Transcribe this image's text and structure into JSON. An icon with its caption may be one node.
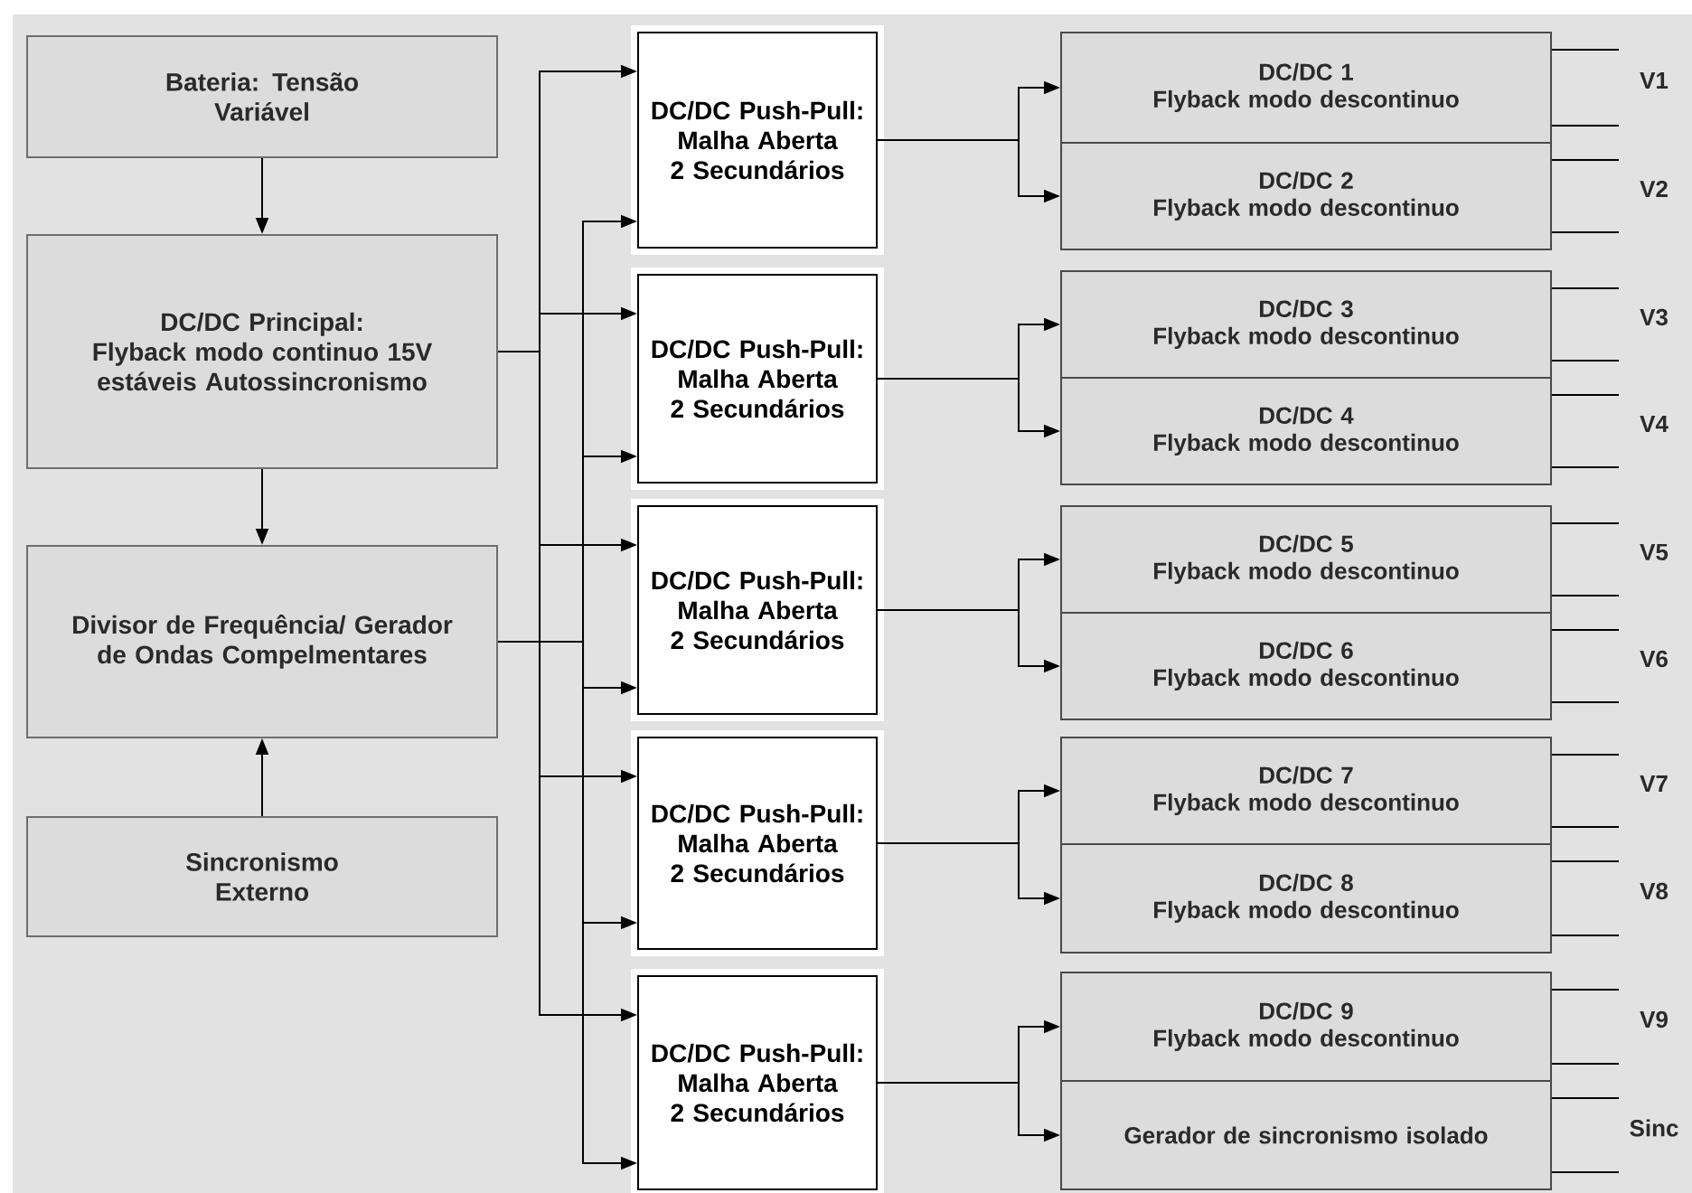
{
  "diagram": {
    "nodes": [
      {
        "text": [
          "Bateria: Tensão Variável"
        ]
      },
      {
        "text": [
          "DC/DC Principal:",
          "Flyback modo continuo 15V estáveis Autossincronismo"
        ]
      },
      {
        "text": [
          "Divisor de Frequência/ Gerador de Ondas Compelmentares"
        ]
      },
      {
        "text": [
          "Sincronismo Externo"
        ]
      },
      {
        "text": [
          "DC/DC Push-Pull: Malha Aberta 2 Secundários"
        ]
      },
      {
        "text": [
          "DC/DC Push-Pull: Malha Aberta 2 Secundários"
        ]
      },
      {
        "text": [
          "DC/DC Push-Pull: Malha Aberta 2 Secundários"
        ]
      },
      {
        "text": [
          "DC/DC Push-Pull: Malha Aberta 2 Secundários"
        ]
      },
      {
        "text": [
          "DC/DC Push-Pull: Malha Aberta 2 Secundários"
        ]
      },
      {
        "text": [
          "DC/DC 1",
          "Flyback modo descontinuo"
        ]
      },
      {
        "text": [
          "DC/DC 2",
          "Flyback modo descontinuo"
        ]
      },
      {
        "text": [
          "DC/DC 3",
          "Flyback modo descontinuo"
        ]
      },
      {
        "text": [
          "DC/DC 4",
          "Flyback modo descontinuo"
        ]
      },
      {
        "text": [
          "DC/DC 5",
          "Flyback modo descontinuo"
        ]
      },
      {
        "text": [
          "DC/DC 6",
          "Flyback modo descontinuo"
        ]
      },
      {
        "text": [
          "DC/DC 7",
          "Flyback modo descontinuo"
        ]
      },
      {
        "text": [
          "DC/DC 8",
          "Flyback modo descontinuo"
        ]
      },
      {
        "text": [
          "DC/DC 9",
          "Flyback modo descontinuo"
        ]
      },
      {
        "text": [
          "Gerador de sincronismo isolado"
        ]
      }
    ],
    "edges": [
      {
        "from": 0,
        "to": 1,
        "arrow": "to"
      },
      {
        "from": 1,
        "to": 2,
        "arrow": "to"
      },
      {
        "from": 3,
        "to": 2,
        "arrow": "to"
      },
      {
        "from": 1,
        "to": 4,
        "arrow": "to"
      },
      {
        "from": 1,
        "to": 5,
        "arrow": "to"
      },
      {
        "from": 1,
        "to": 6,
        "arrow": "to"
      },
      {
        "from": 1,
        "to": 7,
        "arrow": "to"
      },
      {
        "from": 1,
        "to": 8,
        "arrow": "to"
      },
      {
        "from": 2,
        "to": 4,
        "arrow": "to"
      },
      {
        "from": 2,
        "to": 5,
        "arrow": "to"
      },
      {
        "from": 2,
        "to": 6,
        "arrow": "to"
      },
      {
        "from": 2,
        "to": 7,
        "arrow": "to"
      },
      {
        "from": 2,
        "to": 8,
        "arrow": "to"
      },
      {
        "from": 4,
        "to": 9,
        "arrow": "to"
      },
      {
        "from": 4,
        "to": 10,
        "arrow": "to"
      },
      {
        "from": 5,
        "to": 11,
        "arrow": "to"
      },
      {
        "from": 5,
        "to": 12,
        "arrow": "to"
      },
      {
        "from": 6,
        "to": 13,
        "arrow": "to"
      },
      {
        "from": 6,
        "to": 14,
        "arrow": "to"
      },
      {
        "from": 7,
        "to": 15,
        "arrow": "to"
      },
      {
        "from": 7,
        "to": 16,
        "arrow": "to"
      },
      {
        "from": 8,
        "to": 17,
        "arrow": "to"
      },
      {
        "from": 8,
        "to": 18,
        "arrow": "to"
      },
      {
        "from": 9,
        "to": null,
        "arrow": "none"
      },
      {
        "from": 9,
        "to": null,
        "arrow": "none"
      },
      {
        "from": 10,
        "to": null,
        "arrow": "none"
      },
      {
        "from": 10,
        "to": null,
        "arrow": "none"
      },
      {
        "from": 11,
        "to": null,
        "arrow": "none"
      },
      {
        "from": 11,
        "to": null,
        "arrow": "none"
      },
      {
        "from": 12,
        "to": null,
        "arrow": "none"
      },
      {
        "from": 12,
        "to": null,
        "arrow": "none"
      },
      {
        "from": 13,
        "to": null,
        "arrow": "none"
      },
      {
        "from": 13,
        "to": null,
        "arrow": "none"
      },
      {
        "from": 14,
        "to": null,
        "arrow": "none"
      },
      {
        "from": 14,
        "to": null,
        "arrow": "none"
      },
      {
        "from": 15,
        "to": null,
        "arrow": "none"
      },
      {
        "from": 15,
        "to": null,
        "arrow": "none"
      },
      {
        "from": 16,
        "to": null,
        "arrow": "none"
      },
      {
        "from": 16,
        "to": null,
        "arrow": "none"
      },
      {
        "from": 17,
        "to": null,
        "arrow": "none"
      },
      {
        "from": 17,
        "to": null,
        "arrow": "none"
      },
      {
        "from": 18,
        "to": null,
        "arrow": "none"
      },
      {
        "from": 18,
        "to": null,
        "arrow": "none"
      }
    ],
    "labels": [
      "V1",
      "V2",
      "V3",
      "V4",
      "V5",
      "V6",
      "V7",
      "V8",
      "V9",
      "Sinc"
    ]
  }
}
